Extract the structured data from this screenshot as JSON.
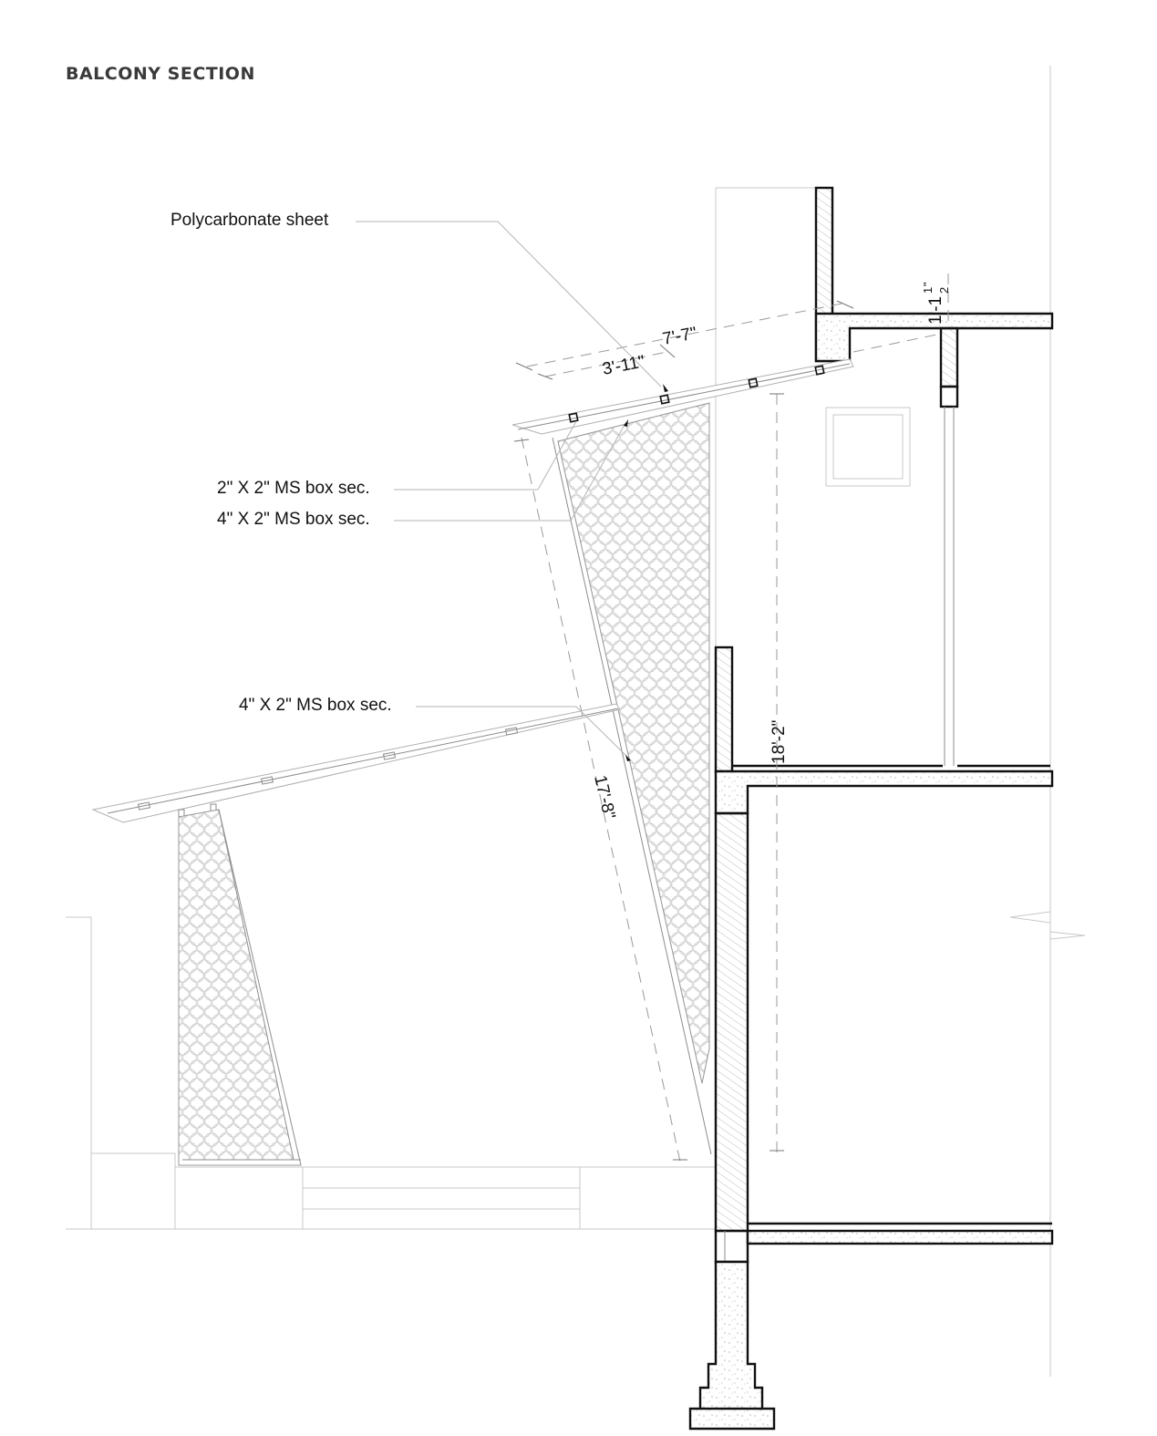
{
  "title": "BALCONY SECTION",
  "annotations": {
    "polycarbonate": "Polycarbonate sheet",
    "box_2x2": "2\" X 2\" MS box sec.",
    "box_4x2_upper": "4\" X 2\" MS box sec.",
    "box_4x2_lower": "4\" X 2\" MS box sec."
  },
  "dimensions": {
    "d1": "7'-7\"",
    "d2": "3'-11\"",
    "d3": "1'-1",
    "d3_frac": "1",
    "d3_den": "2",
    "d4": "18'-2\"",
    "d5": "17'-8\""
  }
}
